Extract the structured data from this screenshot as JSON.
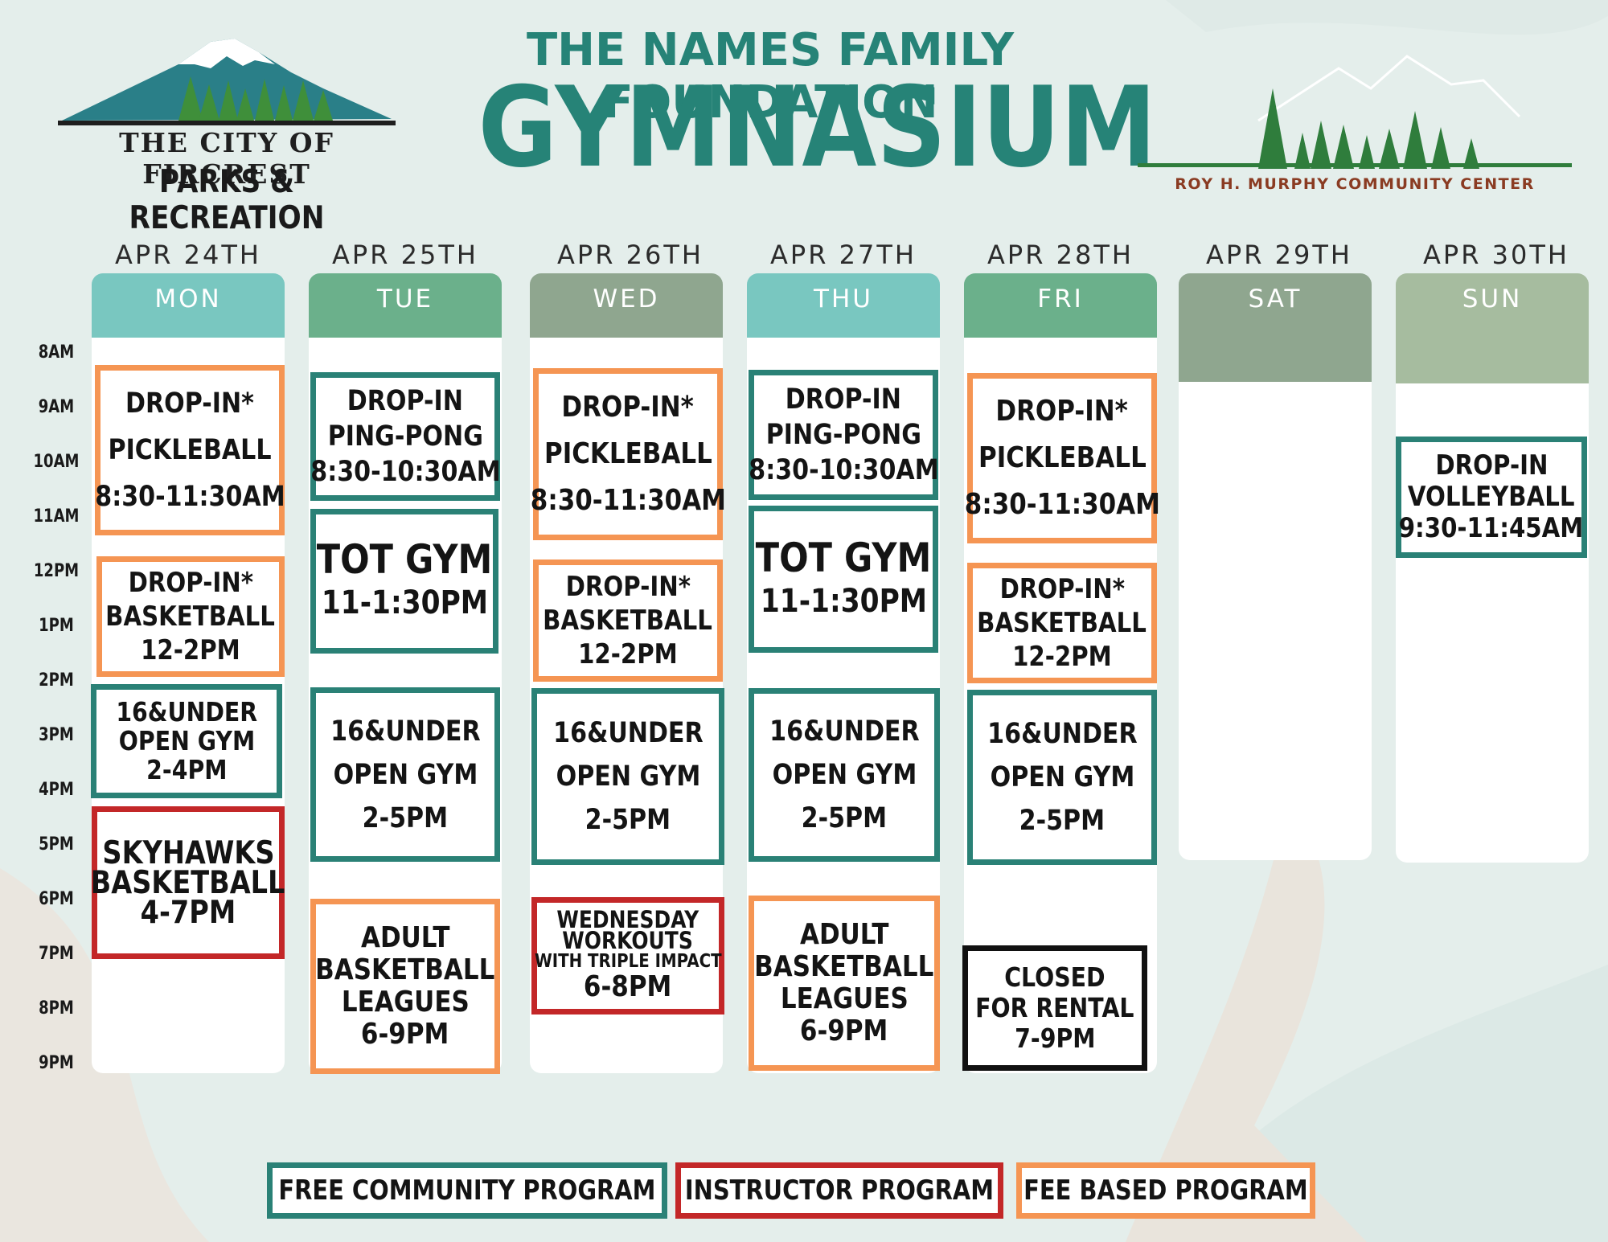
{
  "header": {
    "city_name": "THE CITY OF FIRCREST",
    "city_sub": "PARKS & RECREATION",
    "foundation": "THE NAMES FAMILY FOUNDATION",
    "gym": "GYMNASIUM",
    "center": "ROY H. MURPHY COMMUNITY CENTER"
  },
  "hours": [
    "8AM",
    "9AM",
    "10AM",
    "11AM",
    "12PM",
    "1PM",
    "2PM",
    "3PM",
    "4PM",
    "5PM",
    "6PM",
    "7PM",
    "8PM",
    "9PM"
  ],
  "days": [
    {
      "date": "APR 24TH",
      "day": "MON"
    },
    {
      "date": "APR 25TH",
      "day": "TUE"
    },
    {
      "date": "APR 26TH",
      "day": "WED"
    },
    {
      "date": "APR 27TH",
      "day": "THU"
    },
    {
      "date": "APR 28TH",
      "day": "FRI"
    },
    {
      "date": "APR 29TH",
      "day": "SAT"
    },
    {
      "date": "APR 30TH",
      "day": "SUN"
    }
  ],
  "events": {
    "mon": [
      {
        "lines": [
          "DROP-IN*",
          "PICKLEBALL",
          "8:30-11:30AM"
        ]
      },
      {
        "lines": [
          "DROP-IN*",
          "BASKETBALL",
          "12-2PM"
        ]
      },
      {
        "lines": [
          "16&UNDER",
          "OPEN GYM",
          "2-4PM"
        ]
      },
      {
        "lines": [
          "SKYHAWKS",
          "BASKETBALL",
          "4-7PM"
        ]
      }
    ],
    "tue": [
      {
        "lines": [
          "DROP-IN",
          "PING-PONG",
          "8:30-10:30AM"
        ]
      },
      {
        "lines": [
          "TOT GYM",
          "11-1:30PM"
        ]
      },
      {
        "lines": [
          "16&UNDER",
          "OPEN GYM",
          "2-5PM"
        ]
      },
      {
        "lines": [
          "ADULT",
          "BASKETBALL",
          "LEAGUES",
          "6-9PM"
        ]
      }
    ],
    "wed": [
      {
        "lines": [
          "DROP-IN*",
          "PICKLEBALL",
          "8:30-11:30AM"
        ]
      },
      {
        "lines": [
          "DROP-IN*",
          "BASKETBALL",
          "12-2PM"
        ]
      },
      {
        "lines": [
          "16&UNDER",
          "OPEN GYM",
          "2-5PM"
        ]
      },
      {
        "lines": [
          "WEDNESDAY",
          "WORKOUTS",
          "WITH TRIPLE IMPACT",
          "6-8PM"
        ]
      }
    ],
    "thu": [
      {
        "lines": [
          "DROP-IN",
          "PING-PONG",
          "8:30-10:30AM"
        ]
      },
      {
        "lines": [
          "TOT GYM",
          "11-1:30PM"
        ]
      },
      {
        "lines": [
          "16&UNDER",
          "OPEN GYM",
          "2-5PM"
        ]
      },
      {
        "lines": [
          "ADULT",
          "BASKETBALL",
          "LEAGUES",
          "6-9PM"
        ]
      }
    ],
    "fri": [
      {
        "lines": [
          "DROP-IN*",
          "PICKLEBALL",
          "8:30-11:30AM"
        ]
      },
      {
        "lines": [
          "DROP-IN*",
          "BASKETBALL",
          "12-2PM"
        ]
      },
      {
        "lines": [
          "16&UNDER",
          "OPEN GYM",
          "2-5PM"
        ]
      },
      {
        "lines": [
          "CLOSED",
          "FOR RENTAL",
          "7-9PM"
        ]
      }
    ],
    "sun": [
      {
        "lines": [
          "DROP-IN",
          "VOLLEYBALL",
          "9:30-11:45AM"
        ]
      }
    ]
  },
  "legend": {
    "free": "FREE COMMUNITY PROGRAM",
    "instructor": "INSTRUCTOR PROGRAM",
    "fee": "FEE BASED PROGRAM"
  },
  "colors": {
    "free": "#2a8176",
    "instructor": "#c32728",
    "fee": "#f59553",
    "title": "#268377",
    "head_teal": "#79c7c0",
    "head_green": "#6bb08b",
    "head_gray": "#8fa68f",
    "head_sage": "#a6bc9f"
  }
}
